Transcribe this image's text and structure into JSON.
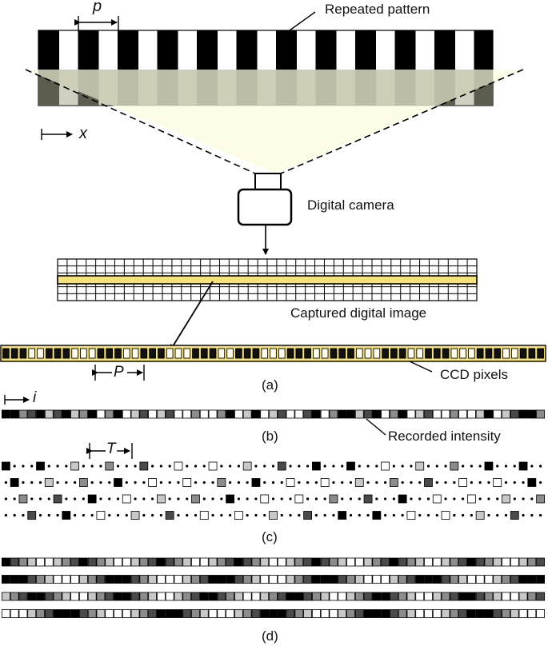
{
  "labels": {
    "repeated_pattern": "Repeated pattern",
    "period_p": "p",
    "axis_x": "x",
    "digital_camera": "Digital camera",
    "captured_digital_image": "Captured digital image",
    "period_P": "P",
    "ccd_pixels": "CCD pixels",
    "panel_a": "(a)",
    "axis_i": "i",
    "panel_b": "(b)",
    "recorded_intensity": "Recorded intensity",
    "period_T": "T",
    "panel_c": "(c)",
    "panel_d": "(d)"
  },
  "colors": {
    "stripe_dark": "#000000",
    "stripe_light": "#ffffff",
    "view_cone": "#fdfbe2",
    "overlay": "#a8a890",
    "highlight": "#f6e27a",
    "grey_levels": [
      "#000000",
      "#4a4a4a",
      "#8c8c8c",
      "#c8c8c8",
      "#ffffff"
    ]
  },
  "sequences": {
    "recorded_b": [
      0,
      0,
      2,
      1,
      0,
      3,
      1,
      0,
      3,
      2,
      0,
      4,
      2,
      0,
      4,
      3,
      1,
      4,
      3,
      1,
      4,
      4,
      2,
      4,
      4,
      2,
      0,
      4,
      3,
      0,
      4,
      3,
      1,
      4,
      4,
      1,
      0,
      4,
      2,
      0,
      0,
      3,
      1,
      0,
      4,
      2,
      0,
      4,
      3,
      1,
      4,
      4,
      2,
      4,
      4,
      3,
      0,
      4,
      3,
      1,
      0,
      0,
      2
    ],
    "row_d1": [
      0,
      1,
      2,
      3,
      4,
      4,
      3,
      2,
      1,
      0,
      1,
      2,
      3,
      4,
      4,
      3,
      2,
      1,
      0,
      1,
      2,
      3,
      4,
      4,
      3,
      2,
      1,
      0,
      1,
      2,
      3,
      4,
      4,
      3,
      2,
      1,
      0,
      1,
      2,
      3,
      4,
      4,
      3,
      2,
      1,
      0,
      1,
      2,
      3,
      4,
      4,
      3,
      2,
      1,
      0,
      1,
      2,
      3,
      4,
      4,
      3,
      2,
      1
    ],
    "row_d2": [
      0,
      0,
      0,
      1,
      2,
      3,
      4,
      4,
      4,
      3,
      2,
      1,
      0,
      0,
      0,
      1,
      2,
      3,
      4,
      4,
      4,
      3,
      2,
      1,
      0,
      0,
      0,
      1,
      2,
      3,
      4,
      4,
      4,
      3,
      2,
      1,
      0,
      0,
      0,
      1,
      2,
      3,
      4,
      4,
      4,
      3,
      2,
      1,
      0,
      0,
      0,
      1,
      2,
      3,
      4,
      4,
      4,
      3,
      2,
      1,
      0,
      0,
      0
    ],
    "row_d3": [
      3,
      2,
      1,
      0,
      0,
      1,
      2,
      3,
      4,
      4,
      3,
      2,
      1,
      0,
      0,
      1,
      2,
      3,
      4,
      4,
      3,
      2,
      1,
      0,
      0,
      1,
      2,
      3,
      4,
      4,
      3,
      2,
      1,
      0,
      0,
      1,
      2,
      3,
      4,
      4,
      3,
      2,
      1,
      0,
      0,
      1,
      2,
      3,
      4,
      4,
      3,
      2,
      1,
      0,
      0,
      1,
      2,
      3,
      4,
      4,
      3,
      2,
      1
    ],
    "row_d4": [
      4,
      4,
      4,
      3,
      2,
      1,
      0,
      0,
      0,
      1,
      2,
      3,
      4,
      4,
      4,
      3,
      2,
      1,
      0,
      0,
      0,
      1,
      2,
      3,
      4,
      4,
      4,
      3,
      2,
      1,
      0,
      0,
      0,
      1,
      2,
      3,
      4,
      4,
      4,
      3,
      2,
      1,
      0,
      0,
      0,
      1,
      2,
      3,
      4,
      4,
      4,
      3,
      2,
      1,
      0,
      0,
      0,
      1,
      2,
      3,
      4,
      4,
      4
    ]
  }
}
